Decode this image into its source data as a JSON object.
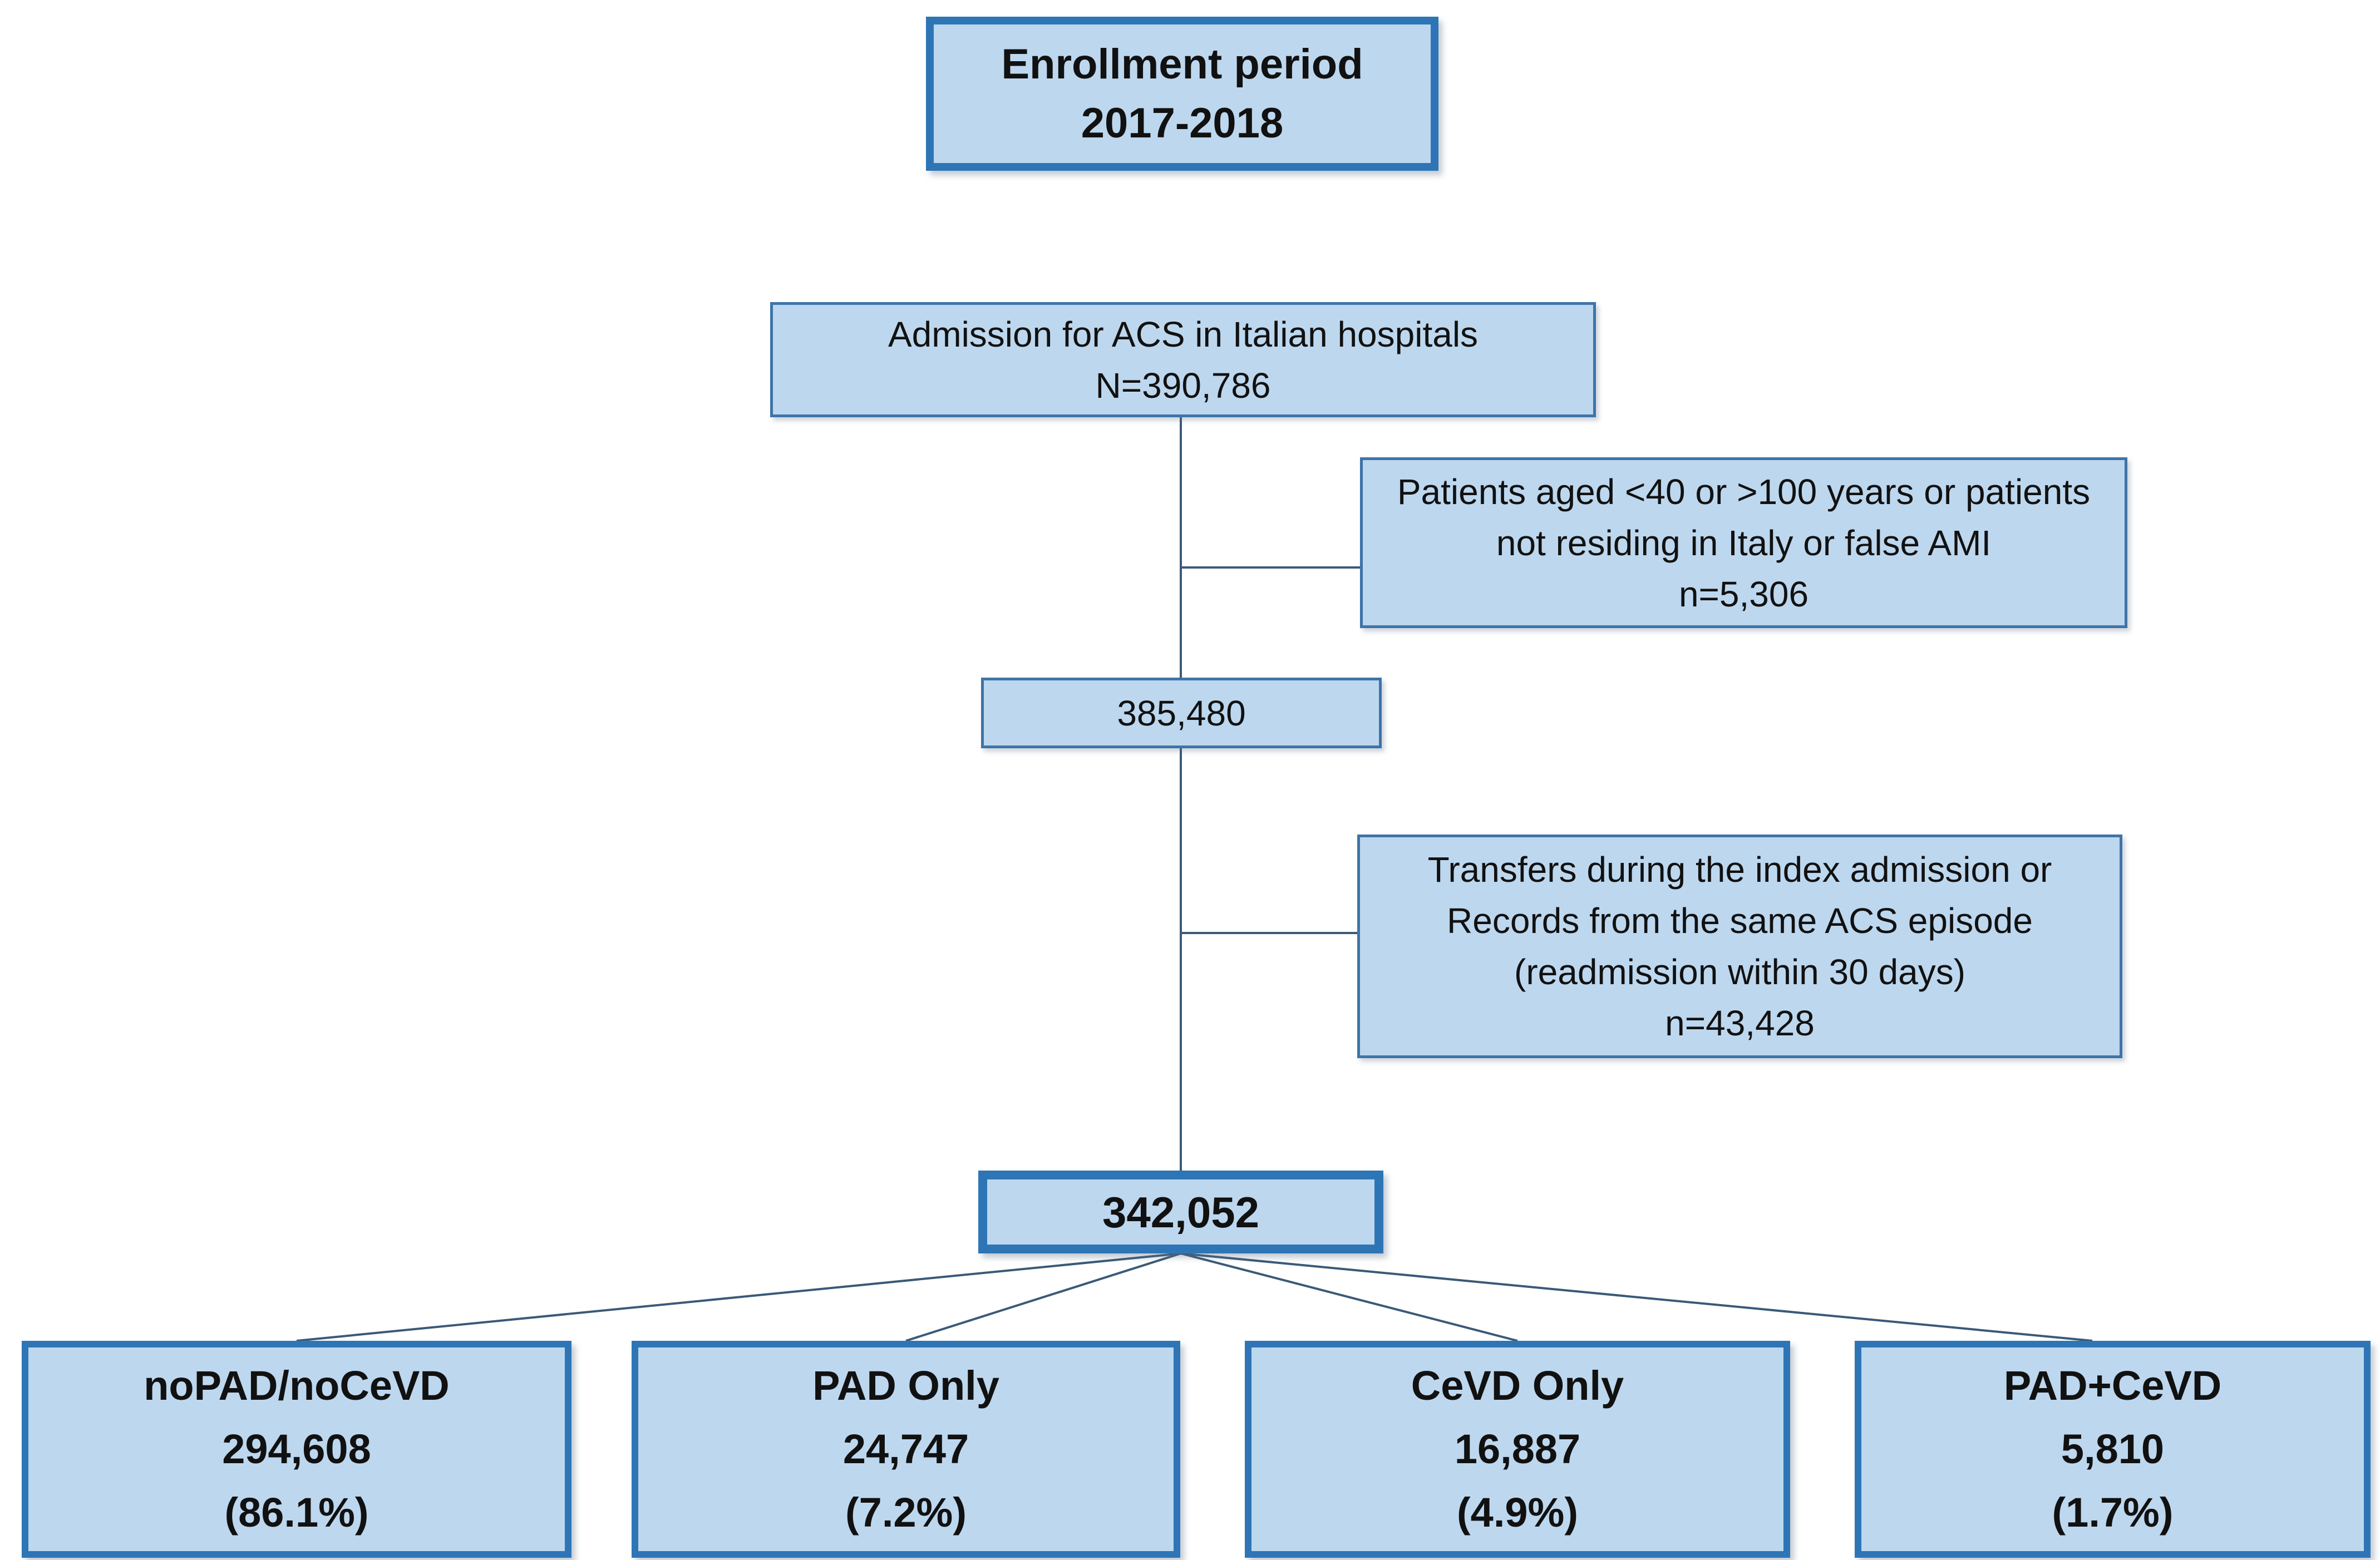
{
  "colors": {
    "box_fill": "#BDD7EE",
    "box_border_strong": "#2E75B6",
    "box_border_light": "#3E74A8",
    "connector": "#3A5A78",
    "text": "#111111",
    "background": "#FFFFFF"
  },
  "nodes": {
    "enrollment": {
      "lines": [
        "Enrollment period",
        "2017-2018"
      ]
    },
    "admission": {
      "lines": [
        "Admission for ACS in Italian hospitals",
        "N=390,786"
      ]
    },
    "exclusion_age": {
      "lines": [
        "Patients aged <40 or >100 years or patients",
        "not residing in Italy or false AMI",
        "n=5,306"
      ]
    },
    "after_age_exclusion": {
      "lines": [
        "385,480"
      ]
    },
    "exclusion_transfers": {
      "lines": [
        "Transfers during the index admission or",
        "Records from the same ACS episode",
        "(readmission within 30 days)",
        "n=43,428"
      ]
    },
    "final_cohort": {
      "lines": [
        "342,052"
      ]
    },
    "group_nopad_nocevd": {
      "lines": [
        "noPAD/noCeVD",
        "294,608",
        "(86.1%)"
      ]
    },
    "group_pad_only": {
      "lines": [
        "PAD Only",
        "24,747",
        "(7.2%)"
      ]
    },
    "group_cevd_only": {
      "lines": [
        "CeVD Only",
        "16,887",
        "(4.9%)"
      ]
    },
    "group_pad_cevd": {
      "lines": [
        "PAD+CeVD",
        "5,810",
        "(1.7%)"
      ]
    }
  }
}
